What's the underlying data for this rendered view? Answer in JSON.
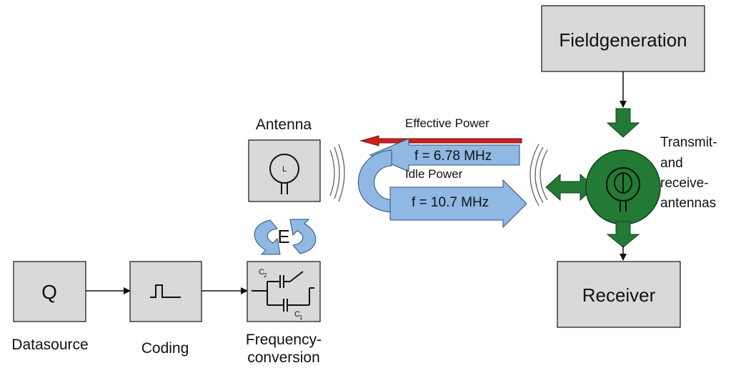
{
  "blocks": {
    "source_symbol": "Q",
    "datasource": "Datasource",
    "coding": "Coding",
    "freq_line1": "Frequency-",
    "freq_line2": "conversion",
    "antenna": "Antenna",
    "antenna_coil": "L",
    "cap1_sub": "1",
    "cap2_sub": "2",
    "cap_letter": "C",
    "energy": "E",
    "fieldgeneration": "Fieldgeneration",
    "receiver": "Receiver"
  },
  "signals": {
    "effective_power": "Effective Power",
    "idle_power": "Idle Power",
    "freq_upper": "f = 6.78 MHz",
    "freq_lower": "f = 10.7 MHz"
  },
  "transceiver": {
    "line1": "Transmit-",
    "line2": "and",
    "line3": "receive-",
    "line4": "antennas"
  },
  "colors": {
    "box_fill": "#d9d9d9",
    "blue_arrow": "#8fb8e3",
    "red_arrow": "#cc1f1f",
    "green": "#237a35"
  }
}
